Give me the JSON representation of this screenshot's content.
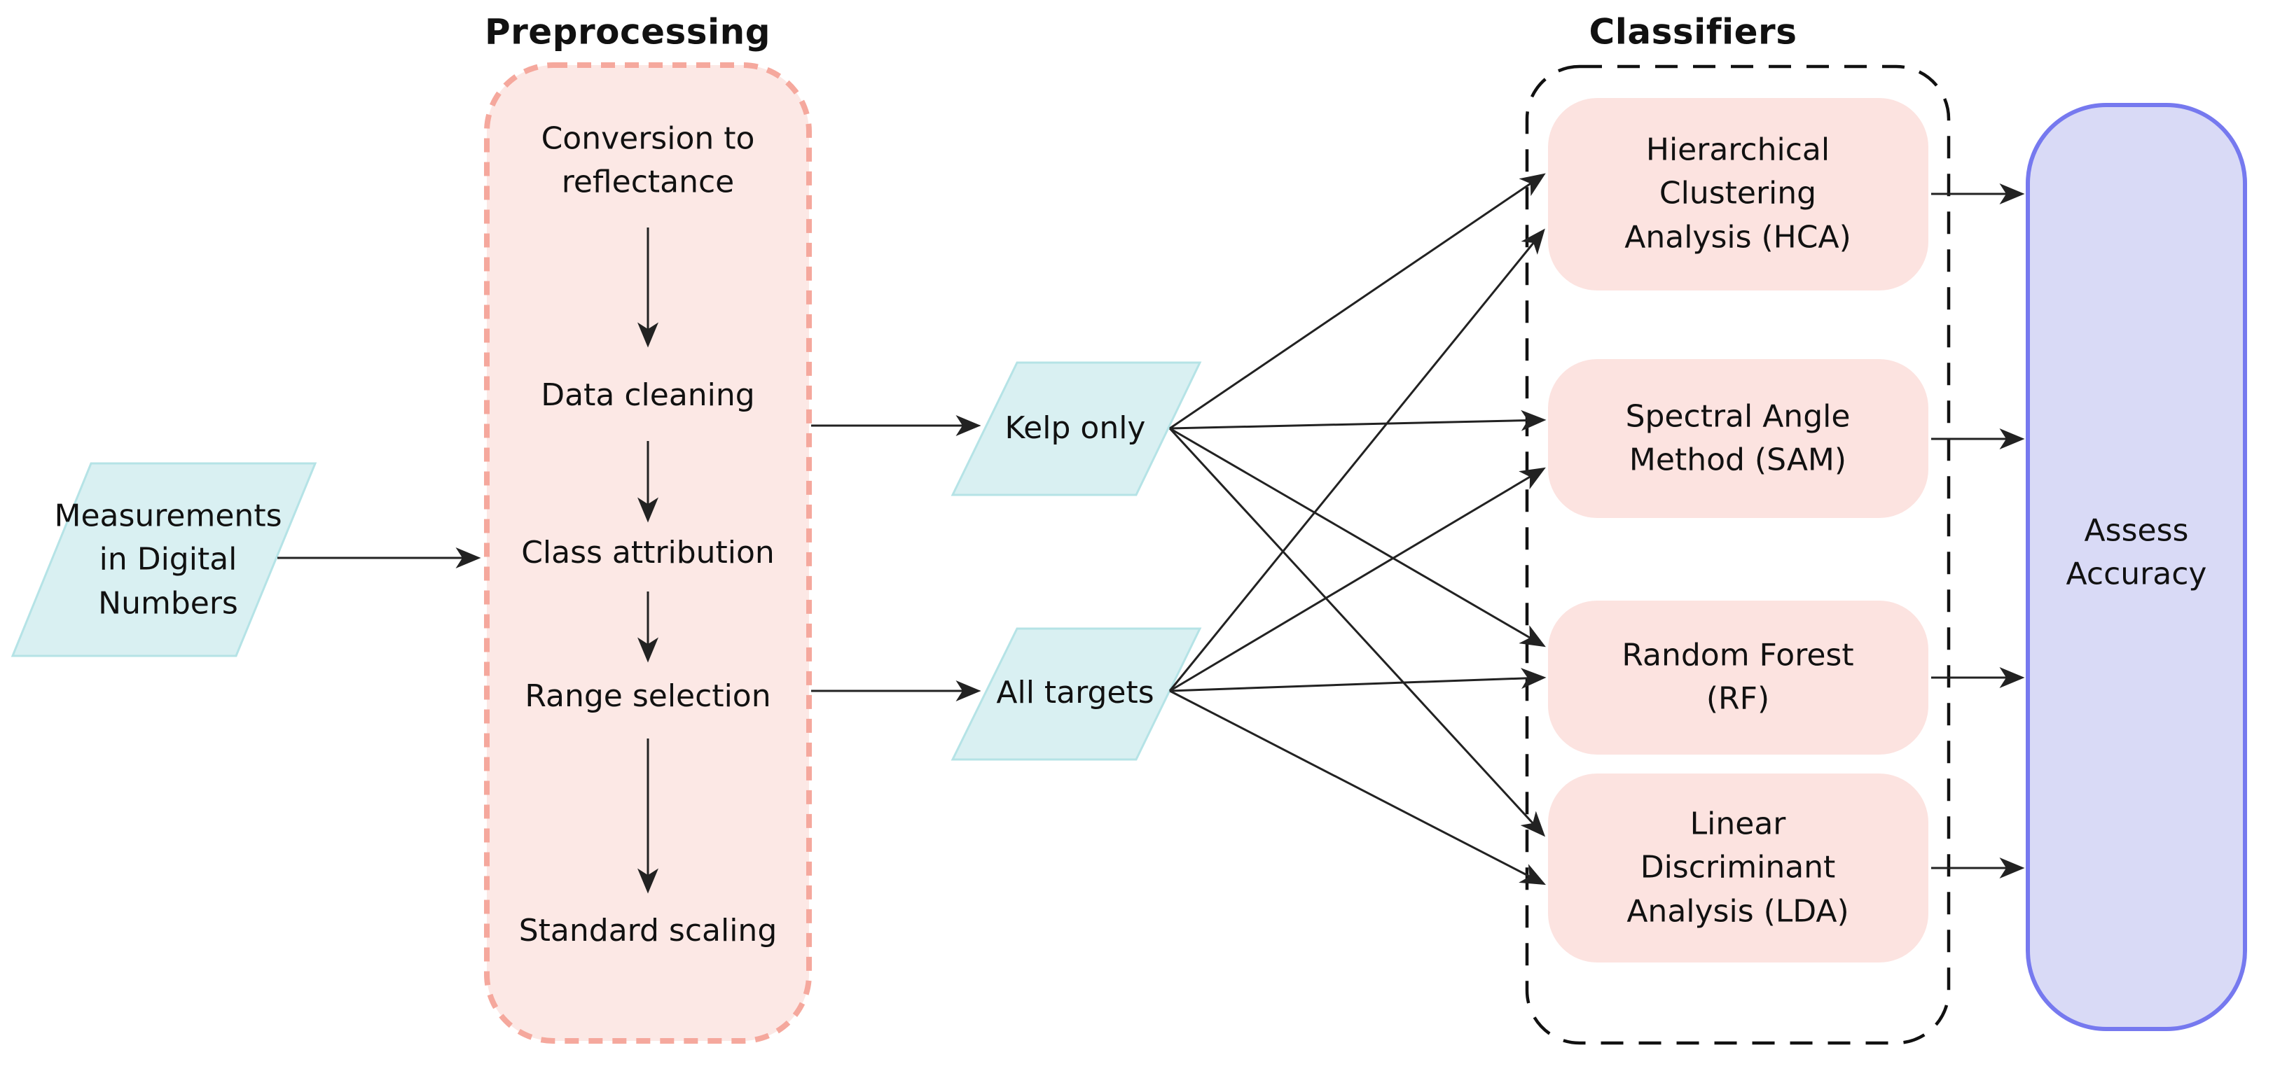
{
  "figure": {
    "preprocessing_title": "Preprocessing",
    "classifiers_title": "Classifiers",
    "measurements": "Measurements\nin Digital\nNumbers",
    "steps": [
      "Conversion to\nreflectance",
      "Data cleaning",
      "Class attribution",
      "Range selection",
      "Standard scaling"
    ],
    "datasets": [
      "Kelp only",
      "All targets"
    ],
    "classifiers": [
      "Hierarchical\nClustering\nAnalysis (HCA)",
      "Spectral Angle\nMethod (SAM)",
      "Random Forest\n(RF)",
      "Linear\nDiscriminant\nAnalysis (LDA)"
    ],
    "assess": "Assess\nAccuracy"
  },
  "colors": {
    "preprocessing_fill": "#fce8e5",
    "preprocessing_dash": "#f5a89d",
    "classifier_fill": "#fce3e0",
    "classifiers_dash": "#111111",
    "parallelogram_fill": "#d9f0f2",
    "parallelogram_border": "#b5e3e6",
    "assess_fill": "#d9daf6",
    "assess_border": "#7679ef",
    "arrow": "#222222",
    "text": "#111111"
  }
}
